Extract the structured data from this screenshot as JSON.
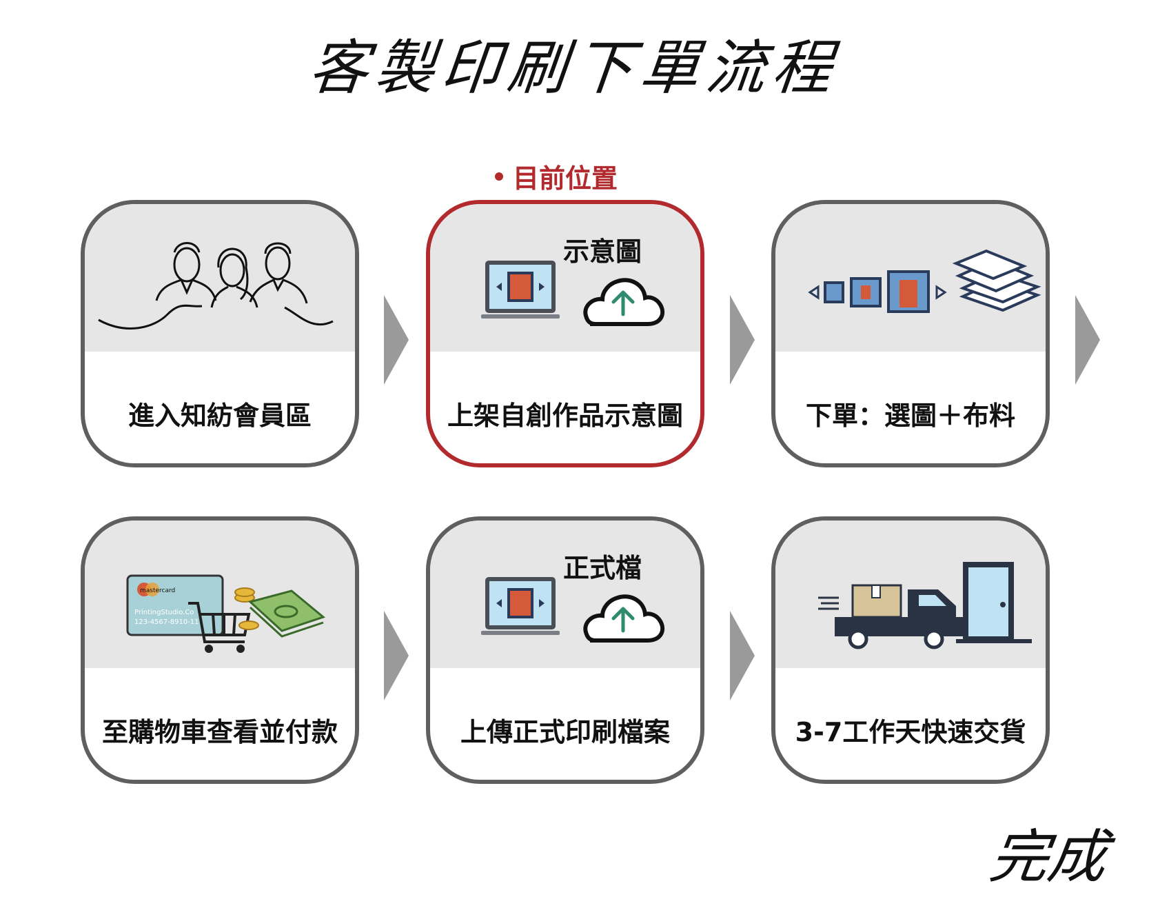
{
  "title": "客製印刷下單流程",
  "current_marker": "目前位置",
  "steps": [
    {
      "label": "進入知紡會員區"
    },
    {
      "label": "上架自創作品示意圖",
      "caption": "示意圖"
    },
    {
      "label": "下單：選圖＋布料"
    },
    {
      "label": "至購物車查看並付款",
      "card_brand": "mastercard",
      "card_name": "PrintingStudio.Co",
      "card_number": "123-4567-8910-11"
    },
    {
      "label": "上傳正式印刷檔案",
      "caption": "正式檔"
    },
    {
      "label": "3-7工作天快速交貨"
    }
  ],
  "done_text": "完成",
  "colors": {
    "current": "#b22a2e",
    "border": "#5f5f5f",
    "panel": "#e6e6e6",
    "arrow": "#9a9a9a",
    "upload": "#2e8b6e"
  },
  "icons": [
    "people-icon",
    "laptop-upload-icon",
    "frames-fabric-icon",
    "payment-cart-icon",
    "laptop-upload-icon",
    "delivery-truck-icon"
  ]
}
